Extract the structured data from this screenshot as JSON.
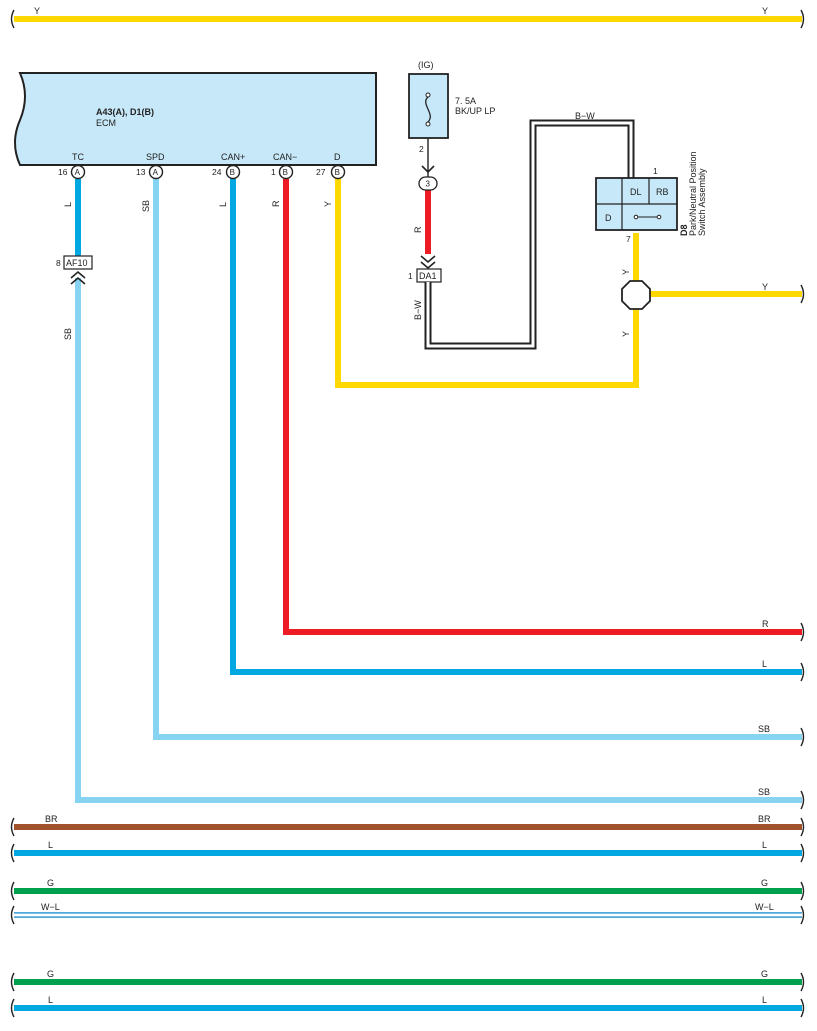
{
  "colors": {
    "Y": "#ffd800",
    "L": "#00a7e1",
    "SB": "#86d3f2",
    "R": "#ed1c24",
    "BR": "#a0522d",
    "G": "#00a04e",
    "WL_outer": "#4ea8d8",
    "BW_outer": "#222222",
    "ecm_fill": "#c7e8f8",
    "outline": "#222222"
  },
  "ecm": {
    "title": "A43(A), D1(B)",
    "subtitle": "ECM",
    "terminals": [
      {
        "name": "TC",
        "pin": "16",
        "connector": "A"
      },
      {
        "name": "SPD",
        "pin": "13",
        "connector": "A"
      },
      {
        "name": "CAN+",
        "pin": "24",
        "connector": "B"
      },
      {
        "name": "CAN−",
        "pin": "1",
        "connector": "B"
      },
      {
        "name": "D",
        "pin": "27",
        "connector": "B"
      }
    ]
  },
  "fuse": {
    "circuit": "(IG)",
    "rating": "7. 5A",
    "name": "BK/UP LP",
    "pin_out": "2"
  },
  "joints": {
    "j3": "3",
    "da1_label": "DA1",
    "da1_pin": "1",
    "af10_label": "AF10",
    "af10_pin": "8"
  },
  "switch": {
    "id": "D8",
    "name_line1": "Park/Neutral Position",
    "name_line2": "Switch Assembly",
    "pin_top": "1",
    "pin_bottom": "7",
    "cells": [
      "DL",
      "RB",
      "D"
    ]
  },
  "wires": {
    "top": "Y",
    "tc": "L",
    "tc_lower": "SB",
    "spd": "SB",
    "can_plus": "L",
    "can_minus": "R",
    "d": "Y",
    "fuse_out": "R",
    "bw_top": "B−W",
    "bw_down": "B−W",
    "sw_down": "Y",
    "sw_mid": "Y",
    "sw_right": "Y",
    "r_right": "R",
    "l_right": "L",
    "sb_right1": "SB",
    "sb_right2": "SB"
  },
  "buses": [
    {
      "label": "BR",
      "color": "BR"
    },
    {
      "label": "L",
      "color": "L"
    },
    {
      "label": "G",
      "color": "G"
    },
    {
      "label": "W−L",
      "color": "WL"
    },
    {
      "label": "G",
      "color": "G"
    },
    {
      "label": "L",
      "color": "L"
    }
  ]
}
